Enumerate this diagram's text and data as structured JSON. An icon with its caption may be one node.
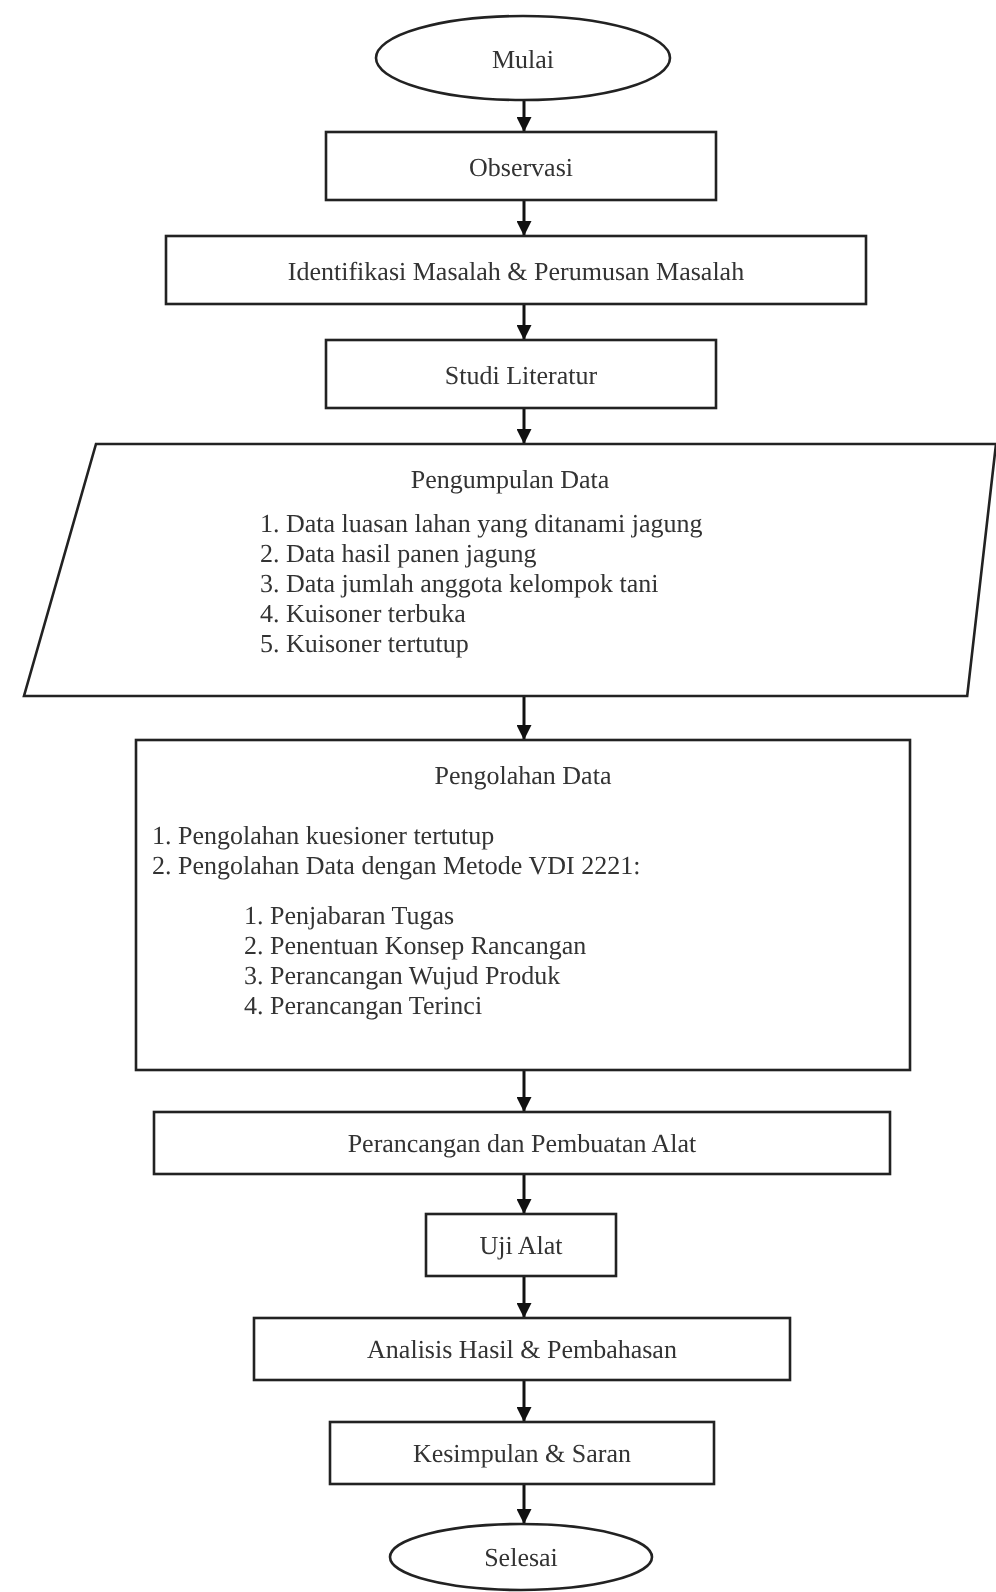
{
  "diagram": {
    "nodes": [
      {
        "text": [
          "Mulai"
        ]
      },
      {
        "text": [
          "Observasi"
        ]
      },
      {
        "text": [
          "Identifikasi Masalah & Perumusan Masalah"
        ]
      },
      {
        "text": [
          "Studi Literatur"
        ]
      },
      {
        "text": [
          "Pengumpulan Data",
          "1. Data luasan lahan yang ditanami jagung",
          "2. Data hasil panen jagung",
          "3. Data jumlah anggota kelompok tani",
          "4. Kuisoner terbuka",
          "5. Kuisoner tertutup"
        ]
      },
      {
        "text": [
          "Pengolahan Data",
          "1. Pengolahan kuesioner tertutup",
          "2. Pengolahan Data dengan Metode VDI 2221:",
          "1. Penjabaran Tugas",
          "2. Penentuan Konsep Rancangan",
          "3. Perancangan Wujud Produk",
          "4. Perancangan Terinci"
        ]
      },
      {
        "text": [
          "Perancangan dan Pembuatan Alat"
        ]
      },
      {
        "text": [
          "Uji Alat"
        ]
      },
      {
        "text": [
          "Analisis Hasil & Pembahasan"
        ]
      },
      {
        "text": [
          "Kesimpulan & Saran"
        ]
      },
      {
        "text": [
          "Selesai"
        ]
      }
    ],
    "edges": [
      {
        "from": 0,
        "to": 1,
        "arrow": "to"
      },
      {
        "from": 1,
        "to": 2,
        "arrow": "to"
      },
      {
        "from": 2,
        "to": 3,
        "arrow": "to"
      },
      {
        "from": 3,
        "to": 4,
        "arrow": "to"
      },
      {
        "from": 4,
        "to": 5,
        "arrow": "to"
      },
      {
        "from": 5,
        "to": 6,
        "arrow": "to"
      },
      {
        "from": 6,
        "to": 7,
        "arrow": "to"
      },
      {
        "from": 7,
        "to": 8,
        "arrow": "to"
      },
      {
        "from": 8,
        "to": 9,
        "arrow": "to"
      },
      {
        "from": 9,
        "to": 10,
        "arrow": "to"
      }
    ]
  }
}
